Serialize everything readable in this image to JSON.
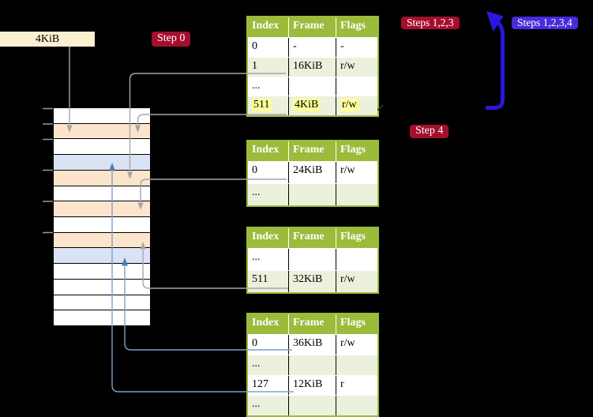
{
  "page_size_label": "4KiB",
  "badges": {
    "step0": "Step 0",
    "steps123": "Steps 1,2,3",
    "steps1234": "Steps 1,2,3,4",
    "step4": "Step 4"
  },
  "memory": {
    "description": "physical memory column, 14 frames top to bottom",
    "rows": [
      {
        "fill": "white"
      },
      {
        "fill": "orange"
      },
      {
        "fill": "white"
      },
      {
        "fill": "blue"
      },
      {
        "fill": "orange"
      },
      {
        "fill": "white"
      },
      {
        "fill": "orange"
      },
      {
        "fill": "white"
      },
      {
        "fill": "orange"
      },
      {
        "fill": "blue"
      },
      {
        "fill": "white"
      },
      {
        "fill": "white"
      },
      {
        "fill": "white"
      },
      {
        "fill": "white"
      }
    ]
  },
  "page_tables": [
    {
      "headers": [
        "Index",
        "Frame",
        "Flags"
      ],
      "rows": [
        {
          "cells": [
            "0",
            "-",
            "-"
          ],
          "shaded": false,
          "highlight": false
        },
        {
          "cells": [
            "1",
            "16KiB",
            "r/w"
          ],
          "shaded": true,
          "highlight": false
        },
        {
          "cells": [
            "...",
            "",
            ""
          ],
          "shaded": false,
          "highlight": false
        },
        {
          "cells": [
            "511",
            "4KiB",
            "r/w"
          ],
          "shaded": true,
          "highlight": true
        }
      ]
    },
    {
      "headers": [
        "Index",
        "Frame",
        "Flags"
      ],
      "rows": [
        {
          "cells": [
            "0",
            "24KiB",
            "r/w"
          ],
          "shaded": false,
          "highlight": false
        },
        {
          "cells": [
            "...",
            "",
            ""
          ],
          "shaded": true,
          "highlight": false
        }
      ]
    },
    {
      "headers": [
        "Index",
        "Frame",
        "Flags"
      ],
      "rows": [
        {
          "cells": [
            "...",
            "",
            ""
          ],
          "shaded": false,
          "highlight": false
        },
        {
          "cells": [
            "511",
            "32KiB",
            "r/w"
          ],
          "shaded": true,
          "highlight": false
        }
      ]
    },
    {
      "headers": [
        "Index",
        "Frame",
        "Flags"
      ],
      "rows": [
        {
          "cells": [
            "0",
            "36KiB",
            "r/w"
          ],
          "shaded": false,
          "highlight": false
        },
        {
          "cells": [
            "...",
            "",
            ""
          ],
          "shaded": true,
          "highlight": false
        },
        {
          "cells": [
            "127",
            "12KiB",
            "r"
          ],
          "shaded": false,
          "highlight": false
        },
        {
          "cells": [
            "...",
            "",
            ""
          ],
          "shaded": true,
          "highlight": false
        }
      ]
    }
  ],
  "colors": {
    "background": "#000000",
    "label_fill": "#fcf0d0",
    "badge_red": "#a50f2e",
    "badge_blue": "#4a2bdb",
    "recursive_arrow_blue": "#2a16e0",
    "table_header_green": "#9bbb3b",
    "table_row_green": "#ebf1dd",
    "highlight_yellow": "#ffff99",
    "frame_orange": "#fde4cc",
    "frame_blue": "#dae3f3",
    "connector_gray": "#a6a6a6",
    "connector_blue": "#7f9fc9"
  }
}
